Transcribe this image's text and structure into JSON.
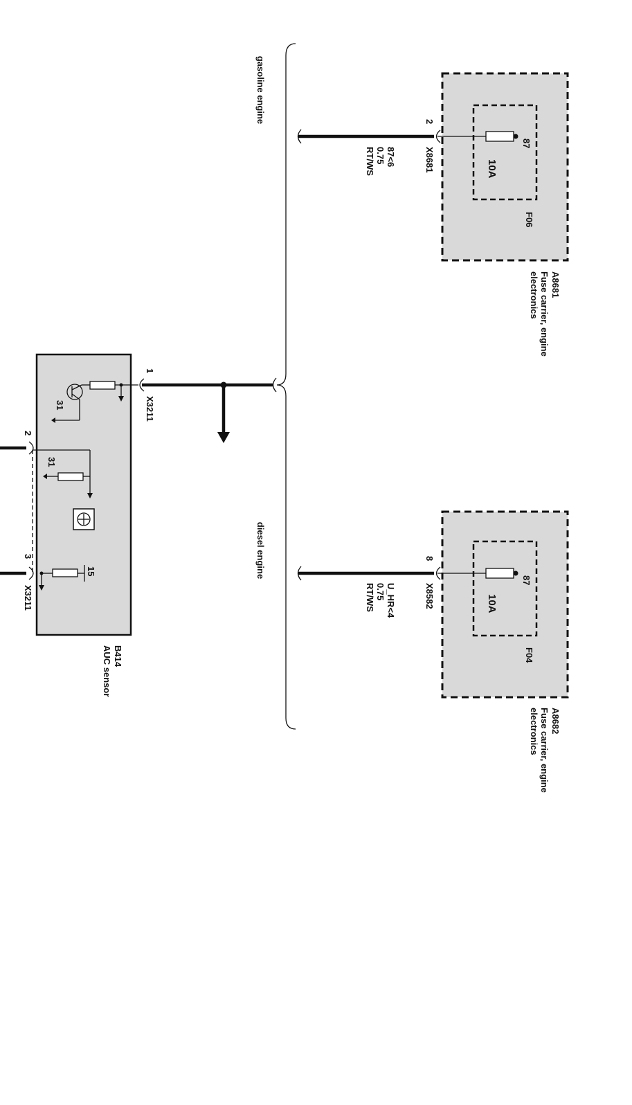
{
  "brace_labels": {
    "gasoline": "gasoline engine",
    "diesel": "diesel engine"
  },
  "fuse_carrier_1": {
    "id": "A8681",
    "desc_line1": "Fuse carrier, engine",
    "desc_line2": "electronics",
    "fuse_id": "F06",
    "rating": "10A",
    "terminal": "87",
    "connector": "X8681",
    "pin": "2",
    "wire_signal": "87<6",
    "wire_size": "0.75",
    "wire_color": "RT/WS"
  },
  "fuse_carrier_2": {
    "id": "A8682",
    "desc_line1": "Fuse carrier, engine",
    "desc_line2": "electronics",
    "fuse_id": "F04",
    "rating": "10A",
    "terminal": "87",
    "connector": "X8582",
    "pin": "8",
    "wire_signal": "U_HR<4",
    "wire_size": "0.75",
    "wire_color": "RT/WS"
  },
  "sensor": {
    "id": "B414",
    "name": "AUC sensor",
    "connector_top": "X3211",
    "connector_bottom": "X3211",
    "pin1": "1",
    "pin2": "2",
    "pin3": "3",
    "ground_1": "31",
    "ground_2": "31",
    "supply": "15"
  }
}
